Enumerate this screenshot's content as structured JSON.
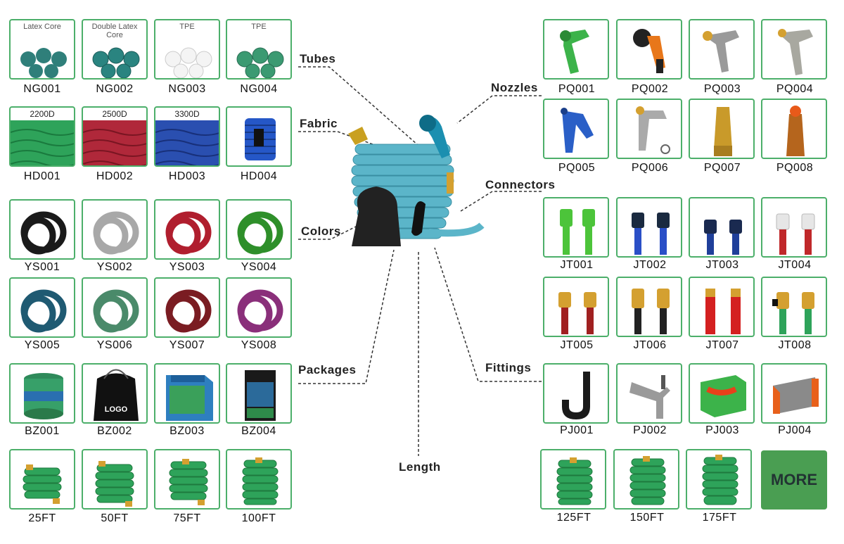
{
  "categories": {
    "tubes": "Tubes",
    "fabric": "Fabric",
    "colors": "Colors",
    "packages": "Packages",
    "length": "Length",
    "nozzles": "Nozzles",
    "connectors": "Connectors",
    "fittings": "Fittings"
  },
  "tubes": [
    {
      "caption": "Latex Core",
      "code": "NG001"
    },
    {
      "caption": "Double Latex Core",
      "code": "NG002"
    },
    {
      "caption": "TPE",
      "code": "NG003"
    },
    {
      "caption": "TPE",
      "code": "NG004"
    }
  ],
  "fabric": [
    {
      "caption": "2200D",
      "code": "HD001"
    },
    {
      "caption": "2500D",
      "code": "HD002"
    },
    {
      "caption": "3300D",
      "code": "HD003"
    },
    {
      "caption": "",
      "code": "HD004"
    }
  ],
  "colors": [
    {
      "code": "YS001"
    },
    {
      "code": "YS002"
    },
    {
      "code": "YS003"
    },
    {
      "code": "YS004"
    },
    {
      "code": "YS005"
    },
    {
      "code": "YS006"
    },
    {
      "code": "YS007"
    },
    {
      "code": "YS008"
    }
  ],
  "packages": [
    {
      "code": "BZ001",
      "label": ""
    },
    {
      "code": "BZ002",
      "label": "LOGO"
    },
    {
      "code": "BZ003",
      "label": ""
    },
    {
      "code": "BZ004",
      "label": ""
    }
  ],
  "lengths_left": [
    {
      "code": "25FT"
    },
    {
      "code": "50FT"
    },
    {
      "code": "75FT"
    },
    {
      "code": "100FT"
    }
  ],
  "nozzles": [
    {
      "code": "PQ001"
    },
    {
      "code": "PQ002"
    },
    {
      "code": "PQ003"
    },
    {
      "code": "PQ004"
    },
    {
      "code": "PQ005"
    },
    {
      "code": "PQ006"
    },
    {
      "code": "PQ007"
    },
    {
      "code": "PQ008"
    }
  ],
  "connectors": [
    {
      "code": "JT001"
    },
    {
      "code": "JT002"
    },
    {
      "code": "JT003"
    },
    {
      "code": "JT004"
    },
    {
      "code": "JT005"
    },
    {
      "code": "JT006"
    },
    {
      "code": "JT007"
    },
    {
      "code": "JT008"
    }
  ],
  "fittings": [
    {
      "code": "PJ001"
    },
    {
      "code": "PJ002"
    },
    {
      "code": "PJ003"
    },
    {
      "code": "PJ004"
    }
  ],
  "lengths_right": [
    {
      "code": "125FT"
    },
    {
      "code": "150FT"
    },
    {
      "code": "175FT"
    }
  ],
  "more_button": "MORE",
  "colors_palette": {
    "border": "#4caf6a",
    "more_bg": "#4a9e52",
    "hose_green": "#2f9e3e",
    "hose_blue": "#5bb5c9"
  }
}
